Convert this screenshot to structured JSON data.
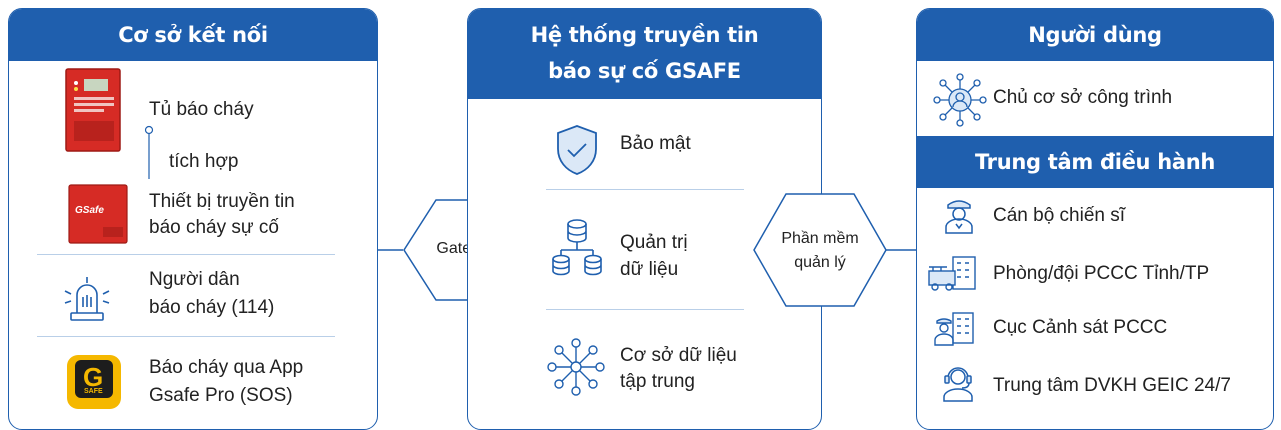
{
  "left": {
    "title": "Cơ sở kết nối",
    "items": [
      {
        "label_1": "Tủ báo cháy",
        "label_2": "tích hợp"
      },
      {
        "label_1": "Thiết bị truyền tin",
        "label_2": "báo cháy sự cố",
        "device_brand": "GSafe"
      },
      {
        "label_1": "Người dân",
        "label_2": "báo cháy (114)"
      },
      {
        "label_1": "Báo cháy qua App",
        "label_2": "Gsafe Pro (SOS)",
        "app_letter": "G",
        "app_text": "SAFE"
      }
    ]
  },
  "center": {
    "title_1": "Hệ thống truyền tin",
    "title_2": "báo sự cố GSAFE",
    "items": [
      {
        "label_1": "Bảo mật",
        "label_2": ""
      },
      {
        "label_1": "Quản trị",
        "label_2": "dữ liệu"
      },
      {
        "label_1": "Cơ sở dữ liệu",
        "label_2": "tập trung"
      }
    ]
  },
  "connectors": {
    "gateway": "Gateway",
    "software_1": "Phần mềm",
    "software_2": "quản lý"
  },
  "right": {
    "users_title": "Người dùng",
    "owner": "Chủ cơ sở công trình",
    "ops_title": "Trung tâm điều hành",
    "ops_items": [
      {
        "label": "Cán bộ chiến sĩ",
        "icon": "officer-icon"
      },
      {
        "label": "Phòng/đội PCCC Tỉnh/TP",
        "icon": "fire-station-icon"
      },
      {
        "label": "Cục Cảnh sát PCCC",
        "icon": "police-building-icon"
      },
      {
        "label": "Trung tâm DVKH GEIC 24/7",
        "icon": "call-center-icon"
      }
    ]
  },
  "colors": {
    "primary": "#1f5fae",
    "separator": "#b9cfe8",
    "fire_red": "#d62b25",
    "app_yellow": "#f5b800"
  }
}
